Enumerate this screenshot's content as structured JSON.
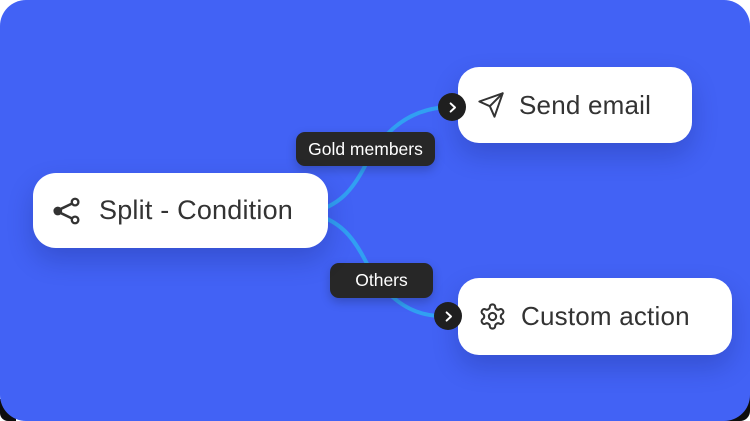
{
  "colors": {
    "background": "#4262F5",
    "connector": "#31A0F2",
    "card_bg": "#FFFFFF",
    "card_text": "#333333",
    "chip_bg": "#272727",
    "chip_text": "#FFFFFF",
    "badge_bg": "#1F1F1F"
  },
  "nodes": {
    "split": {
      "label": "Split - Condition",
      "icon": "share-split-icon"
    },
    "send": {
      "label": "Send email",
      "icon": "paper-plane-icon"
    },
    "custom": {
      "label": "Custom action",
      "icon": "gear-icon"
    }
  },
  "branches": {
    "gold": {
      "label": "Gold members"
    },
    "others": {
      "label": "Others"
    }
  },
  "badge_icon": "chevron-right-icon"
}
